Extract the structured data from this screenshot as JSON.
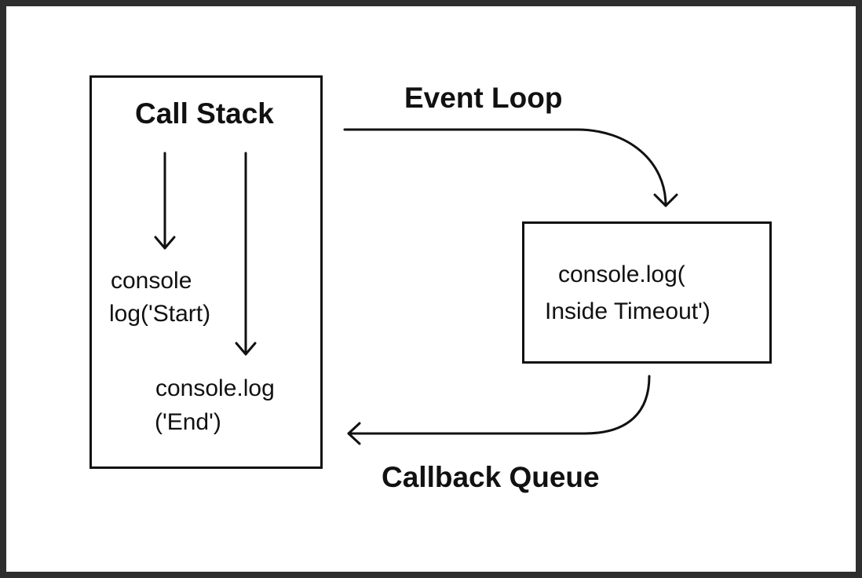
{
  "diagram": {
    "call_stack": {
      "title": "Call Stack",
      "item1_line1": "console",
      "item1_line2": "log('Start)",
      "item2_line1": "console.log",
      "item2_line2": "('End')"
    },
    "event_loop": {
      "label": "Event Loop"
    },
    "timeout_box": {
      "line1": "console.log(",
      "line2": "Inside Timeout')"
    },
    "callback_queue": {
      "label": "Callback Queue"
    }
  }
}
